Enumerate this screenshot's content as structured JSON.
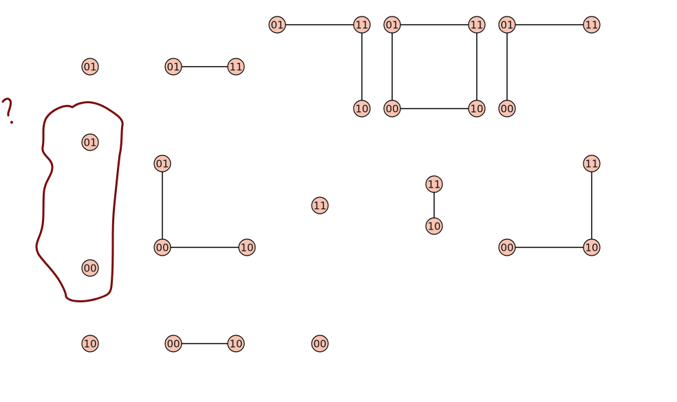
{
  "colors": {
    "node_fill": "#f8c4b4",
    "node_stroke": "#000000",
    "edge": "#000000",
    "annotation": "#7a0a0a"
  },
  "graphs": [
    {
      "nodes": [
        "01"
      ],
      "edges": []
    },
    {
      "nodes": [
        "01",
        "11"
      ],
      "edges": [
        [
          0,
          1
        ]
      ]
    },
    {
      "nodes": [
        "01",
        "11",
        "10"
      ],
      "edges": [
        [
          0,
          1
        ],
        [
          1,
          2
        ]
      ]
    },
    {
      "nodes": [
        "01",
        "11",
        "00",
        "10"
      ],
      "edges": [
        [
          0,
          1
        ],
        [
          0,
          2
        ],
        [
          1,
          3
        ],
        [
          2,
          3
        ]
      ]
    },
    {
      "nodes": [
        "01",
        "11",
        "00"
      ],
      "edges": [
        [
          0,
          1
        ],
        [
          0,
          2
        ]
      ]
    },
    {
      "nodes": [
        "01",
        "00"
      ],
      "edges": []
    },
    {
      "nodes": [
        "01",
        "00",
        "10"
      ],
      "edges": [
        [
          0,
          1
        ],
        [
          1,
          2
        ]
      ]
    },
    {
      "nodes": [
        "11"
      ],
      "edges": []
    },
    {
      "nodes": [
        "11",
        "10"
      ],
      "edges": [
        [
          0,
          1
        ]
      ]
    },
    {
      "nodes": [
        "11",
        "00",
        "10"
      ],
      "edges": [
        [
          1,
          2
        ],
        [
          0,
          2
        ]
      ]
    },
    {
      "nodes": [
        "10"
      ],
      "edges": []
    },
    {
      "nodes": [
        "00",
        "10"
      ],
      "edges": [
        [
          0,
          1
        ]
      ]
    },
    {
      "nodes": [
        "00"
      ],
      "edges": []
    }
  ],
  "annotation": {
    "mark": "?",
    "encircled_graph": 5
  }
}
